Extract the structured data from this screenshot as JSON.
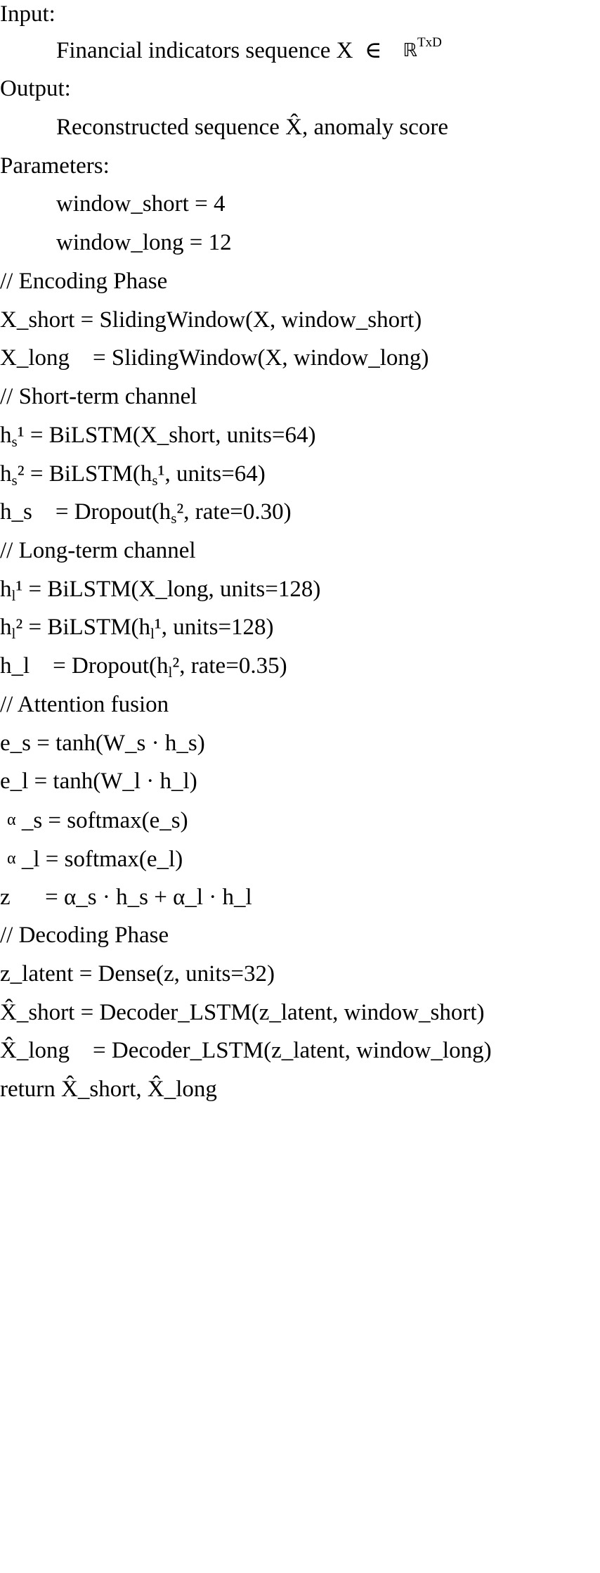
{
  "sections": {
    "input_label": "Input:",
    "input_text": "Financial indicators sequence X  ∈",
    "input_space_symbol": "ℝ",
    "input_space_dims": "TxD",
    "output_label": "Output:",
    "output_text": "Reconstructed sequence X̂, anomaly score",
    "parameters_label": "Parameters:",
    "param_window_short": "window_short = 4",
    "param_window_long": "window_long = 12"
  },
  "algorithm": {
    "comment_encoding": "// Encoding Phase",
    "x_short": "X_short = SlidingWindow(X, window_short)",
    "x_long": "X_long    = SlidingWindow(X, window_long)",
    "comment_short_channel": "// Short-term channel",
    "hs1_lhs": "h",
    "hs1_sub": "s",
    "hs1_rest": "¹ = BiLSTM(X_short, units=64)",
    "hs2_lhs": "h",
    "hs2_sub": "s",
    "hs2_mid": "² = BiLSTM(h",
    "hs2_sub2": "s",
    "hs2_rest": "¹, units=64)",
    "h_s_lhs": "h_s    = Dropout(h",
    "h_s_sub": "s",
    "h_s_rest": "², rate=0.30)",
    "comment_long_channel": "// Long-term channel",
    "hl1_lhs": "h",
    "hl1_sub": "l",
    "hl1_rest": "¹ = BiLSTM(X_long, units=128)",
    "hl2_lhs": "h",
    "hl2_sub": "l",
    "hl2_mid": "² = BiLSTM(h",
    "hl2_sub2": "l",
    "hl2_rest": "¹, units=128)",
    "h_l_lhs": "h_l    = Dropout(h",
    "h_l_sub": "l",
    "h_l_rest": "², rate=0.35)",
    "comment_attention": "// Attention fusion",
    "e_s": "e_s = tanh(W_s · h_s)",
    "e_l": "e_l = tanh(W_l · h_l)",
    "alpha_s_symbol": "α",
    "alpha_s_rest": " _s = softmax(e_s)",
    "alpha_l_symbol": "α",
    "alpha_l_rest": " _l = softmax(e_l)",
    "z": "z      = α_s · h_s + α_l · h_l",
    "comment_decoding": "// Decoding Phase",
    "z_latent": "z_latent = Dense(z, units=32)",
    "xhat_short": "X̂_short = Decoder_LSTM(z_latent, window_short)",
    "xhat_long": "X̂_long    = Decoder_LSTM(z_latent, window_long)",
    "return_line": "return X̂_short, X̂_long"
  }
}
